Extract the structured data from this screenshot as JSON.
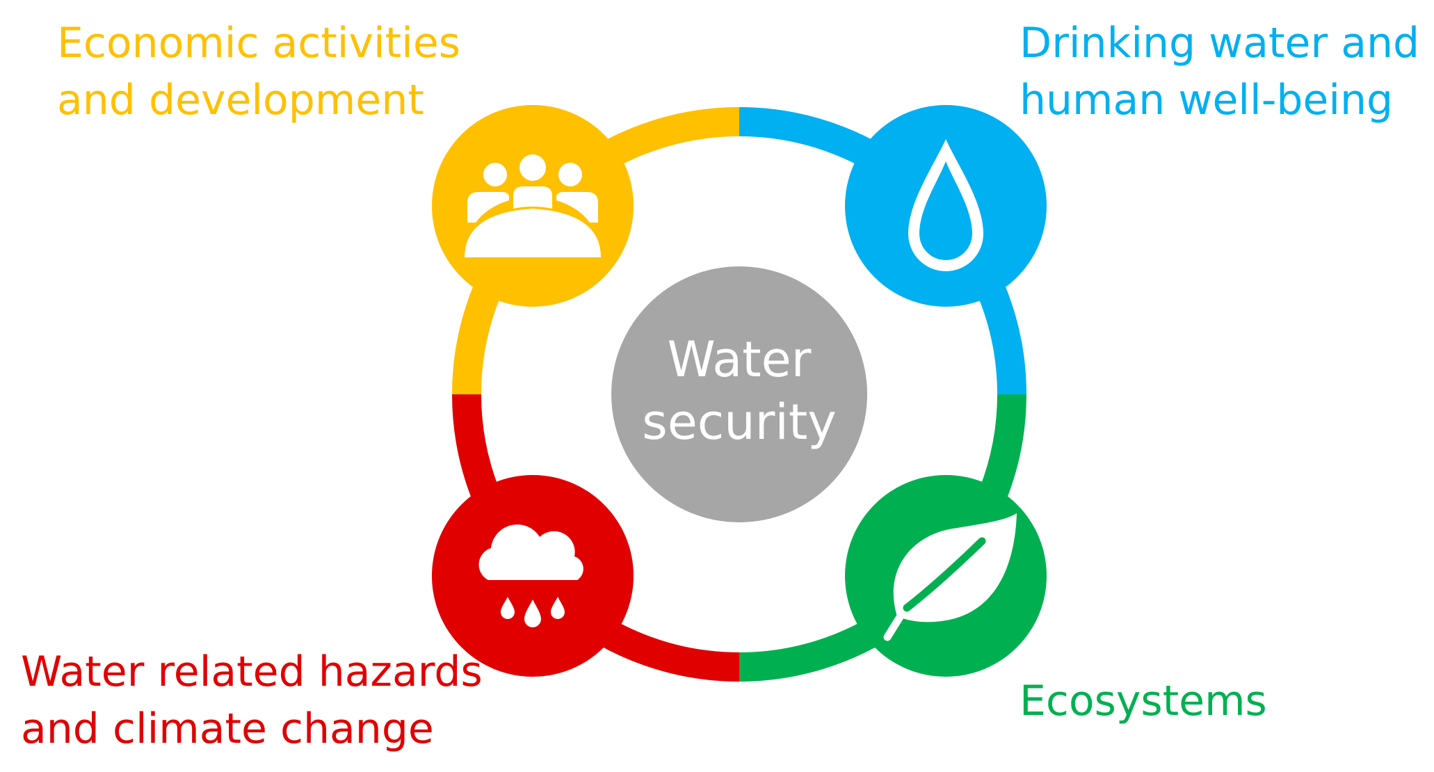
{
  "center": {
    "line1": "Water",
    "line2": "security",
    "color": "#a6a6a6",
    "text_color": "#ffffff"
  },
  "quadrants": [
    {
      "id": "economic",
      "line1": "Economic activities",
      "line2": "and development",
      "color": "#ffc000",
      "icon": "people-group-icon"
    },
    {
      "id": "drinking",
      "line1": "Drinking water and",
      "line2": "human well-being",
      "color": "#00b0f0",
      "icon": "water-drop-icon"
    },
    {
      "id": "hazards",
      "line1": "Water related hazards",
      "line2": "and climate change",
      "color": "#e00000",
      "icon": "rain-cloud-icon"
    },
    {
      "id": "ecosystems",
      "line1": "Ecosystems",
      "line2": "",
      "color": "#00b050",
      "icon": "leaf-icon"
    }
  ]
}
